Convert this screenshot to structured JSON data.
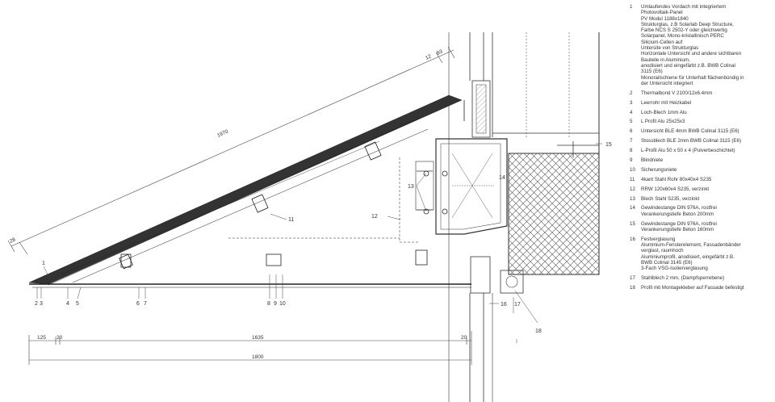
{
  "dimensions": {
    "slope_length": "1970",
    "top_12": "12",
    "top_83": "83",
    "left_28": "28",
    "b_125": "125",
    "b_20a": "20",
    "b_1635": "1635",
    "b_20b": "20",
    "b_1800": "1800"
  },
  "callouts": {
    "c1": "1",
    "c2": "2",
    "c3": "3",
    "c4": "4",
    "c5": "5",
    "c6": "6",
    "c7": "7",
    "c8": "8",
    "c9": "9",
    "c10": "10",
    "c11": "11",
    "c12": "12",
    "c13": "13",
    "c14": "14",
    "c15": "15",
    "c16": "16",
    "c17": "17",
    "c18": "18"
  },
  "legend": [
    {
      "num": "1",
      "lines": [
        "Umlaufendes Vordach mit integriertem",
        "Photovoltaik-Panel",
        "PV Modul 1188x1840",
        "Strukturglas, z.B Solarlab Deep Structure,",
        "Farbe NCS S 2502-Y oder gleichwertig",
        "Solarpanel, Mono-kristallinisch PERC",
        "Silicium-Cellen auf",
        "Untersite von Strukturglas",
        "Horizontale Untersicht und andere sichtbaren",
        "Bauteile in Aluminium,",
        "anodisiert und eingefärbt z.B. BWB Colinal",
        "3115 (E6)",
        "Monorailschiene für Unterhalt flächenbündig in",
        "der Untersicht integriert"
      ]
    },
    {
      "num": "2",
      "lines": [
        "Thermalbond V 2100/12x6.4mm"
      ]
    },
    {
      "num": "3",
      "lines": [
        "Leerrohr mit Heizkabel"
      ]
    },
    {
      "num": "4",
      "lines": [
        "Loch-Blech 1mm Alu"
      ]
    },
    {
      "num": "5",
      "lines": [
        "L Profil Alu 25x25x3"
      ]
    },
    {
      "num": "6",
      "lines": [
        "Untersicht BLE 4mm BWB Colinal 3115 (E6)"
      ]
    },
    {
      "num": "7",
      "lines": [
        "Stossblech BLE 2mm BWB Colinal 3115 (E6)"
      ]
    },
    {
      "num": "8",
      "lines": [
        "L-Profil Alu 50 x 50 x 4 (Pulverbeschichtet)"
      ]
    },
    {
      "num": "9",
      "lines": [
        "Blindniete"
      ]
    },
    {
      "num": "10",
      "lines": [
        "Sicherungsniete"
      ]
    },
    {
      "num": "11",
      "lines": [
        "4kant Stahl Rohr 80x40x4 S235"
      ]
    },
    {
      "num": "12",
      "lines": [
        "RRW 120x60x4 S235, verzinkt"
      ]
    },
    {
      "num": "13",
      "lines": [
        "Blech Stahl S235, verzinkt"
      ]
    },
    {
      "num": "14",
      "lines": [
        "Gewindestange DIN 976A, rostfrei",
        "Verankerungstiefe Beton 200mm"
      ]
    },
    {
      "num": "15",
      "lines": [
        "Gewindestange DIN 976A, rostfrei",
        "Verankerungstiefe Beton 160mm"
      ]
    },
    {
      "num": "16",
      "lines": [
        "Festverglasung",
        "Aluminium-Fensterelement, Fassadenbänder",
        "verglast, raumhoch",
        "Aluminiumprofil, anodisiert, eingefärbt z.B.",
        "BWB Colinal 3145 (E6)",
        "3-Fach VSG-Isolierverglasung"
      ]
    },
    {
      "num": "17",
      "lines": [
        "Stahlblech 2 mm, (Dampfsperrebene)"
      ]
    },
    {
      "num": "18",
      "lines": [
        "Profil mit Montagekleber auf Fassade befestigt"
      ]
    }
  ]
}
